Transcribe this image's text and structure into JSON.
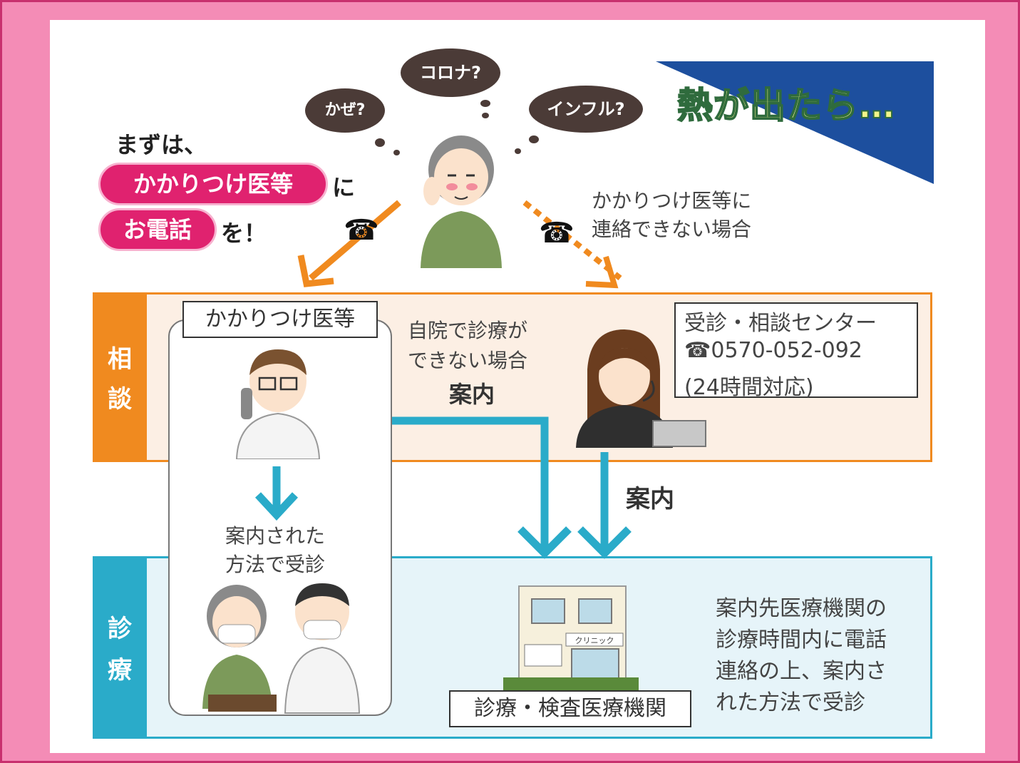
{
  "title": "熱が出たら…",
  "thoughts": [
    "かぜ?",
    "コロナ?",
    "インフル?"
  ],
  "intro": {
    "line1": "まずは、",
    "pill1": "かかりつけ医等",
    "suffix1": "に",
    "pill2": "お電話",
    "suffix2": "を！"
  },
  "no_contact": [
    "かかりつけ医等に",
    "連絡できない場合"
  ],
  "sections": {
    "consult": {
      "label_top": "相",
      "label_bottom": "談",
      "color": "#f08a1f",
      "bg": "#fcefe4"
    },
    "care": {
      "label_top": "診",
      "label_bottom": "療",
      "color": "#2aabc9",
      "bg": "#e6f4f9"
    }
  },
  "family_doctor": {
    "title": "かかりつけ医等",
    "guided": [
      "案内された",
      "方法で受診"
    ]
  },
  "cannot_treat": {
    "line1": "自院で診療が",
    "line2": "できない場合",
    "guide": "案内"
  },
  "center": {
    "title": "受診・相談センター",
    "phone": "☎0570-052-092",
    "hours": "(24時間対応)"
  },
  "guide2": "案内",
  "facility": {
    "label": "診療・検査医療機関",
    "sign": "クリニック"
  },
  "facility_note": [
    "案内先医療機関の",
    "診療時間内に電話",
    "連絡の上、案内さ",
    "れた方法で受診"
  ],
  "colors": {
    "frame": "#f48cb6",
    "frame_border": "#c8306e",
    "pink": "#e0226f",
    "orange": "#f08a1f",
    "blue": "#2aabc9",
    "navy": "#1d4f9e",
    "title_fill": "#f2f58a"
  },
  "icons": [
    "phone-icon",
    "thought-bubble-icon",
    "patient-icon",
    "doctor-icon",
    "operator-icon",
    "clinic-icon",
    "arrow-icon"
  ]
}
